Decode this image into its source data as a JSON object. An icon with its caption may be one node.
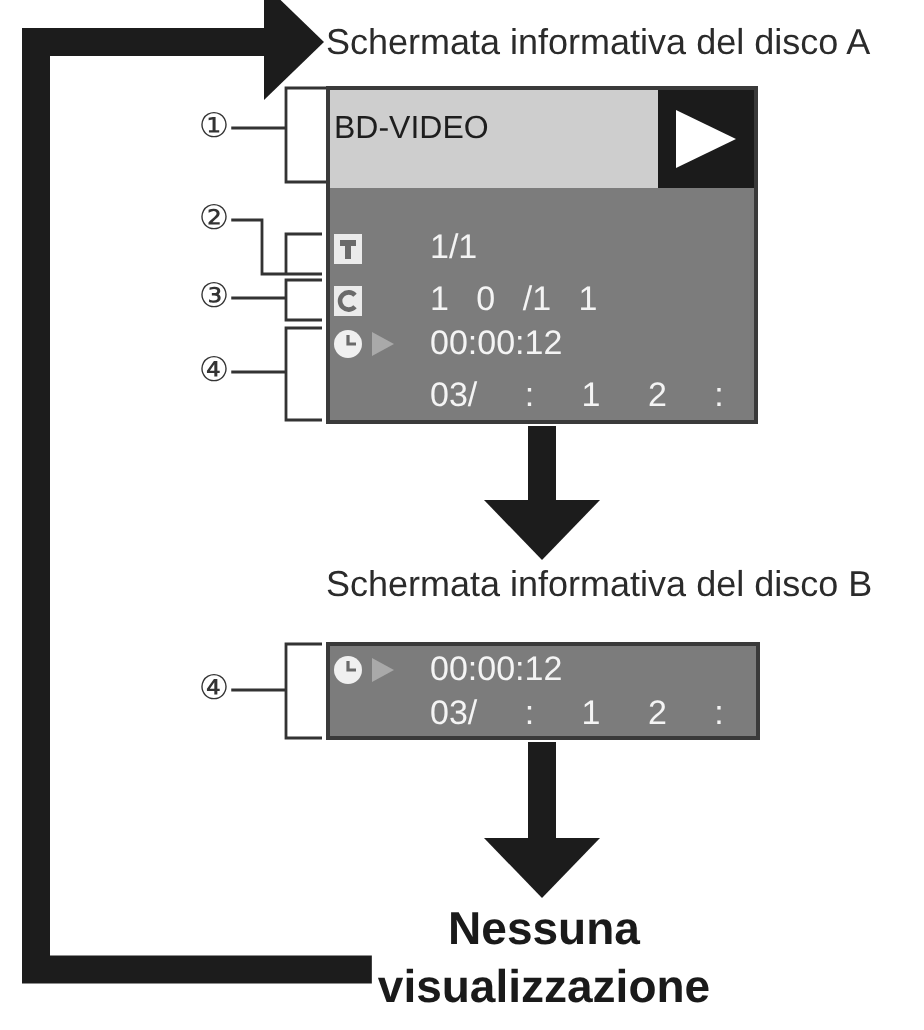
{
  "diagram": {
    "nodes": [
      {
        "text": [
          "Schermata informativa del disco A",
          "1/1",
          "1 0 /1 1",
          "00:00:12",
          "03/ : 1 2 :"
        ]
      },
      {
        "text": [
          "BD-VIDEO"
        ],
        "in": 0
      },
      {
        "text": [
          "①"
        ]
      },
      {
        "text": [
          "②"
        ]
      },
      {
        "text": [
          "③"
        ]
      },
      {
        "text": [
          "④"
        ]
      },
      {
        "text": [
          "Schermata informativa del disco B",
          "00:00:12",
          "03/ : 1 2 :"
        ]
      },
      {
        "text": [
          "④"
        ]
      },
      {
        "text": [
          "Nessuna visualizzazione"
        ]
      }
    ],
    "edges": [
      {
        "from": 2,
        "to": 1,
        "arrow": "none"
      },
      {
        "from": 3,
        "to": 0,
        "arrow": "none"
      },
      {
        "from": 4,
        "to": 0,
        "arrow": "none"
      },
      {
        "from": 5,
        "to": 0,
        "arrow": "none"
      },
      {
        "from": 0,
        "to": 6,
        "arrow": "to",
        "style": "thick"
      },
      {
        "from": 7,
        "to": 6,
        "arrow": "none"
      },
      {
        "from": 6,
        "to": 8,
        "arrow": "to",
        "style": "thick"
      },
      {
        "from": 8,
        "to": 0,
        "arrow": "to",
        "style": "thick"
      }
    ]
  }
}
